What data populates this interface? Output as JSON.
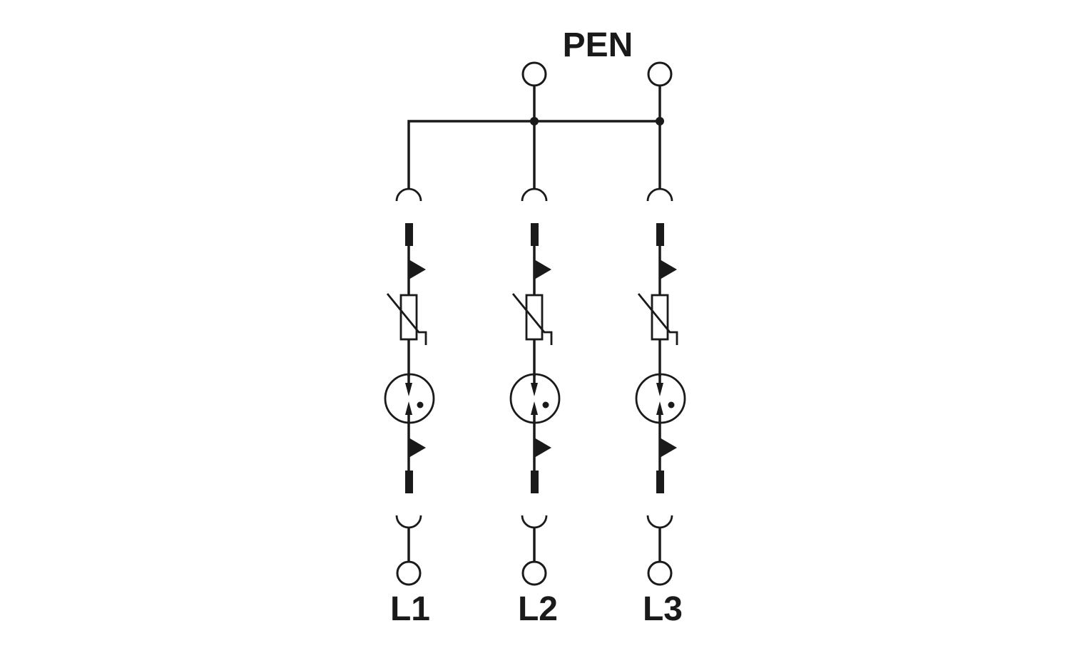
{
  "labels": {
    "pen": "PEN",
    "phases": [
      "L1",
      "L2",
      "L3"
    ]
  },
  "icons": {
    "terminal": "terminal-circle-icon",
    "plug_socket": "plug-socket-connector-icon",
    "varistor": "varistor-icon",
    "spark_gap": "spark-gap-icon"
  },
  "colors": {
    "line": "#1a1a1a",
    "background": "#ffffff"
  }
}
